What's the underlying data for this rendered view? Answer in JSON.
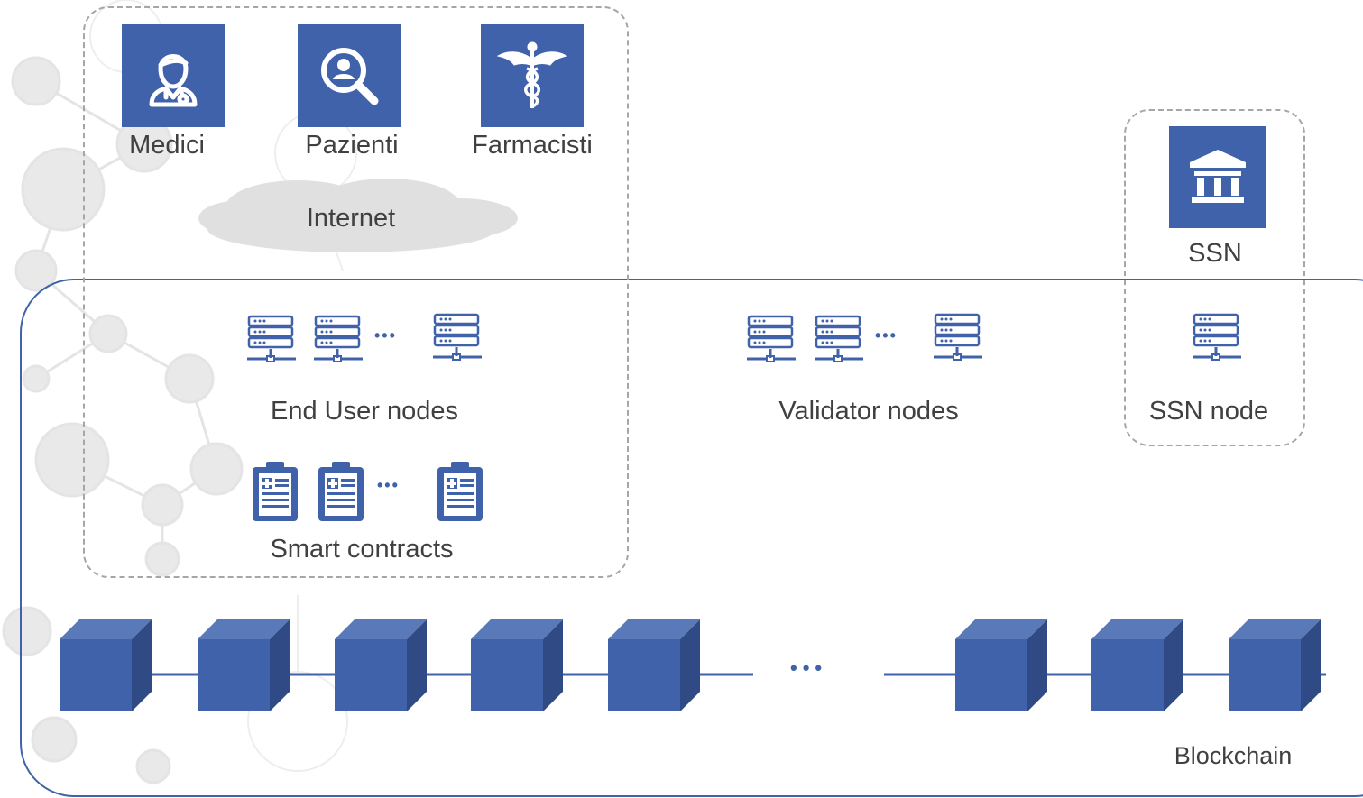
{
  "actors": [
    {
      "label": "Medici",
      "icon": "doctor-icon"
    },
    {
      "label": "Pazienti",
      "icon": "patient-search-icon"
    },
    {
      "label": "Farmacisti",
      "icon": "caduceus-icon"
    }
  ],
  "internet": {
    "label": "Internet"
  },
  "ssn": {
    "label": "SSN",
    "icon": "institution-icon"
  },
  "end_user_nodes": {
    "label": "End User nodes"
  },
  "validator_nodes": {
    "label": "Validator nodes"
  },
  "ssn_node": {
    "label": "SSN node"
  },
  "smart_contracts": {
    "label": "Smart contracts"
  },
  "blockchain": {
    "label": "Blockchain",
    "ellipsis": "•••"
  },
  "ellipsis": "•••",
  "colors": {
    "primary": "#4062ab",
    "dark": "#2f4a85",
    "dashed": "#a6a6a6",
    "text": "#404040"
  }
}
